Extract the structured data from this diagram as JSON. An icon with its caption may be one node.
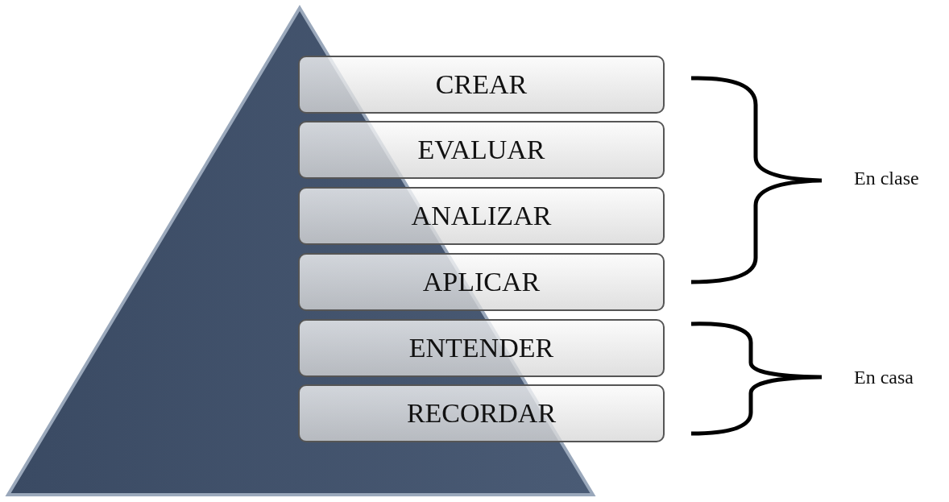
{
  "diagram": {
    "nodes": [
      {
        "text": [
          "CREAR"
        ]
      },
      {
        "text": [
          "EVALUAR"
        ]
      },
      {
        "text": [
          "ANALIZAR"
        ]
      },
      {
        "text": [
          "APLICAR"
        ]
      },
      {
        "text": [
          "ENTENDER"
        ]
      },
      {
        "text": [
          "RECORDAR"
        ]
      }
    ],
    "labels": [
      "En clase",
      "En casa"
    ]
  }
}
